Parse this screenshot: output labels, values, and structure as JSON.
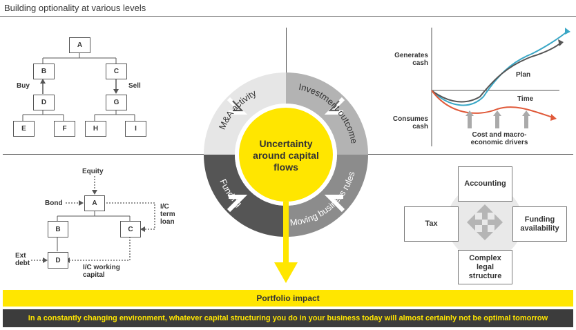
{
  "title": "Building optionality at various levels",
  "tree": {
    "nodes": [
      "A",
      "B",
      "C",
      "D",
      "G",
      "E",
      "F",
      "H",
      "I"
    ],
    "buy_label": "Buy",
    "sell_label": "Sell"
  },
  "structure": {
    "nodes": [
      "A",
      "B",
      "C",
      "D"
    ],
    "equity_label": "Equity",
    "bond_label": "Bond",
    "ic_term_loan_label": "I/C\nterm\nloan",
    "ext_debt_label": "Ext\ndebt",
    "ic_working_capital_label": "I/C working\ncapital"
  },
  "circle": {
    "center_text": "Uncertainty\naround capital\nflows",
    "segments": [
      "M&A activity",
      "Investment outcome",
      "Funding",
      "Moving business rules"
    ],
    "colors": {
      "light": "#e6e6e6",
      "mid": "#b3b3b3",
      "dark": "#555555",
      "darkmid": "#8c8c8c",
      "yellow": "#ffe600"
    }
  },
  "cashflow_chart": {
    "generates_label": "Generates\ncash",
    "consumes_label": "Consumes\ncash",
    "plan_label": "Plan",
    "time_label": "Time",
    "drivers_label": "Cost and macro-\neconomic drivers",
    "colors": {
      "teal": "#3aa7c6",
      "dark": "#555555",
      "red": "#e05a3a"
    }
  },
  "quad": {
    "accounting": "Accounting",
    "tax": "Tax",
    "funding": "Funding\navailability",
    "legal": "Complex\nlegal\nstructure"
  },
  "portfolio_impact": "Portfolio impact",
  "footer": "In a constantly changing environment, whatever capital structuring you do in your business today will almost certainly not be optimal tomorrow"
}
